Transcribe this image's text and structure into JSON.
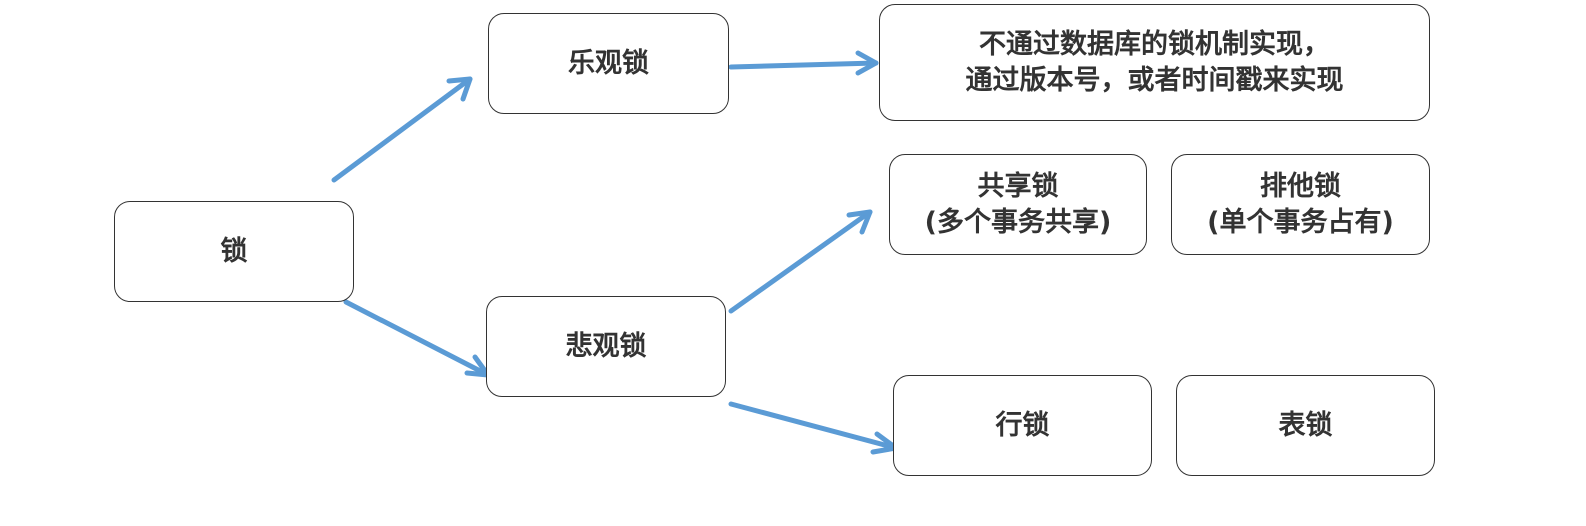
{
  "diagram": {
    "edge_color": "#5b9bd5",
    "nodes": {
      "lock": {
        "label": "锁"
      },
      "optimistic": {
        "label": "乐观锁"
      },
      "optimistic_impl": {
        "line1": "不通过数据库的锁机制实现，",
        "line2": "通过版本号，或者时间戳来实现"
      },
      "pessimistic": {
        "label": "悲观锁"
      },
      "shared": {
        "line1": "共享锁",
        "line2": "(多个事务共享)"
      },
      "exclusive": {
        "line1": "排他锁",
        "line2": "(单个事务占有)"
      },
      "row": {
        "label": "行锁"
      },
      "table": {
        "label": "表锁"
      }
    },
    "edges": [
      {
        "from": "锁",
        "to": "乐观锁"
      },
      {
        "from": "锁",
        "to": "悲观锁"
      },
      {
        "from": "乐观锁",
        "to": "不通过数据库的锁机制实现，通过版本号，或者时间戳来实现"
      },
      {
        "from": "悲观锁",
        "to": "共享锁"
      },
      {
        "from": "悲观锁",
        "to": "行锁"
      }
    ]
  }
}
